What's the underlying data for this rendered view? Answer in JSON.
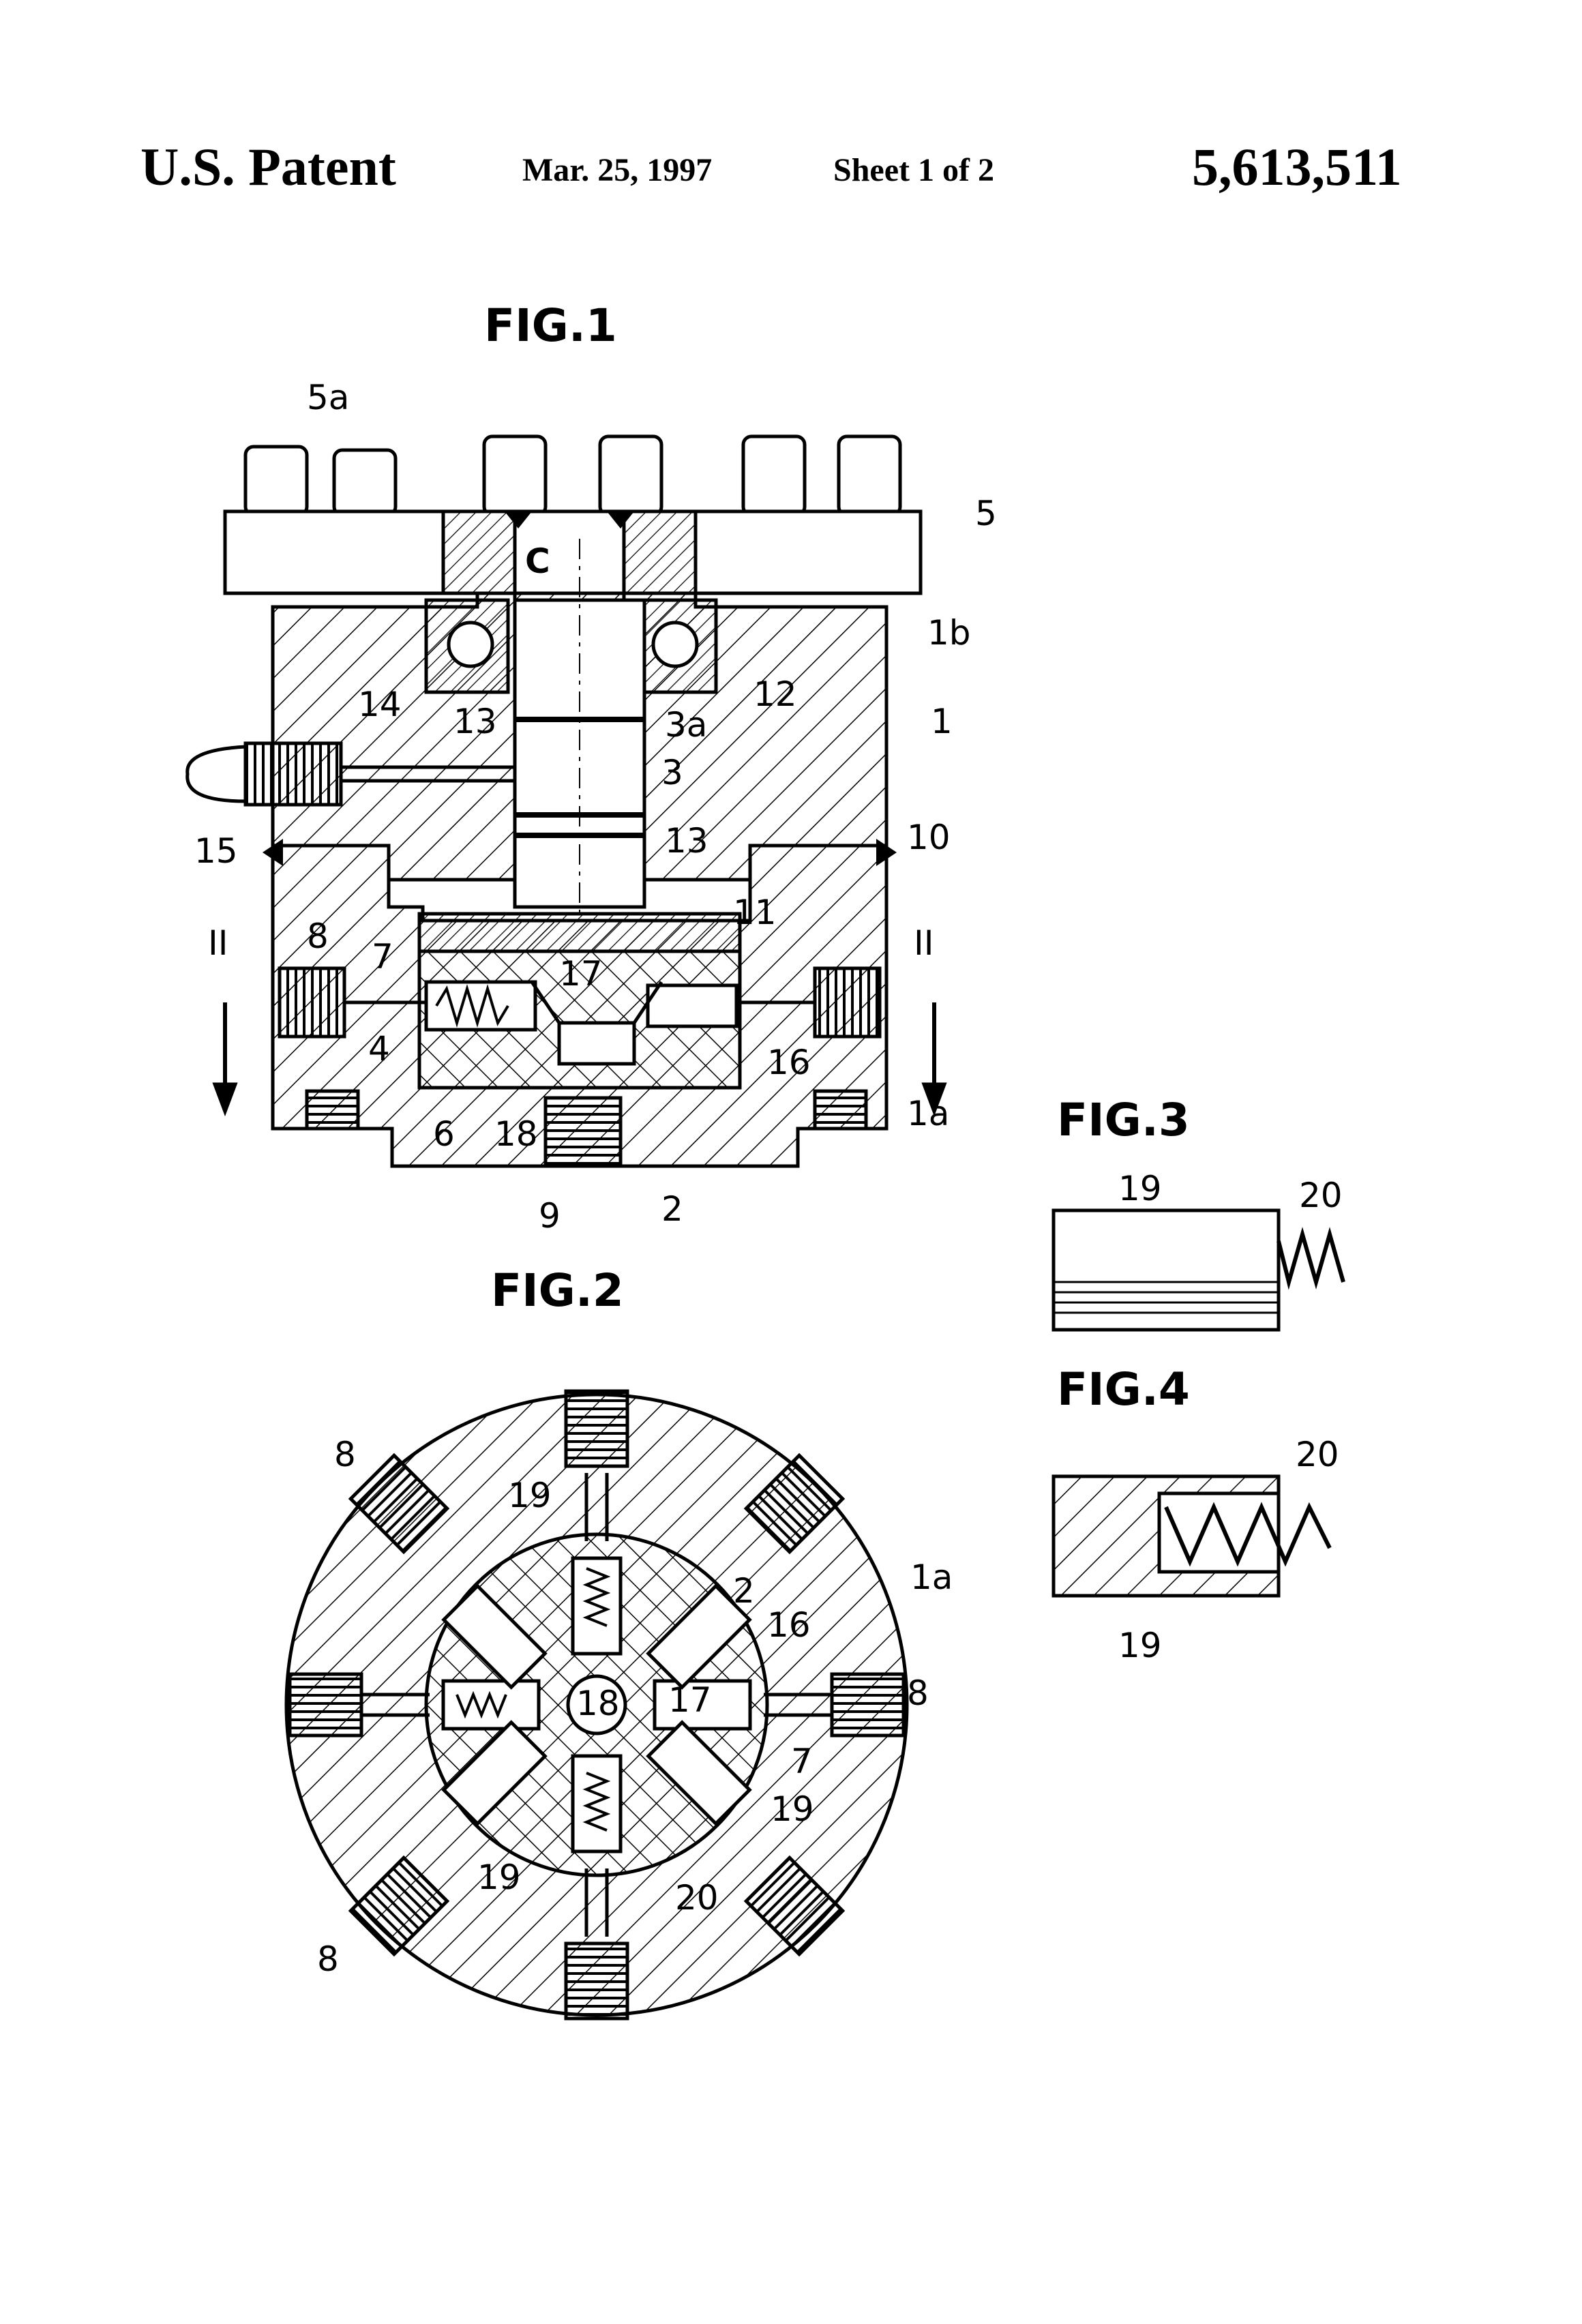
{
  "header": {
    "left": "U.S. Patent",
    "date": "Mar. 25, 1997",
    "sheet": "Sheet 1 of 2",
    "patent_number": "5,613,511"
  },
  "figures": {
    "fig1": {
      "title": "FIG.1",
      "labels": {
        "l5a": "5a",
        "l5": "5",
        "lC": "C",
        "l1b": "1b",
        "l12": "12",
        "l3a": "3a",
        "l13a": "13",
        "l14": "14",
        "l1": "1",
        "l3": "3",
        "l15": "15",
        "l13b": "13",
        "l10": "10",
        "l11": "11",
        "lIIa": "II",
        "l8": "8",
        "l7": "7",
        "l17": "17",
        "lIIb": "II",
        "l4": "4",
        "l16": "16",
        "l1a": "1a",
        "l6": "6",
        "l18": "18",
        "l9": "9",
        "l2": "2"
      }
    },
    "fig2": {
      "title": "FIG.2",
      "labels": {
        "l8a": "8",
        "l19a": "19",
        "l2": "2",
        "l1a": "1a",
        "l16": "16",
        "l8b": "8",
        "l18": "18",
        "l17": "17",
        "l7": "7",
        "l19b": "19",
        "l19c": "19",
        "l20": "20",
        "l8c": "8"
      }
    },
    "fig3": {
      "title": "FIG.3",
      "labels": {
        "l19": "19",
        "l20": "20"
      }
    },
    "fig4": {
      "title": "FIG.4",
      "labels": {
        "l20": "20",
        "l19": "19"
      }
    }
  }
}
